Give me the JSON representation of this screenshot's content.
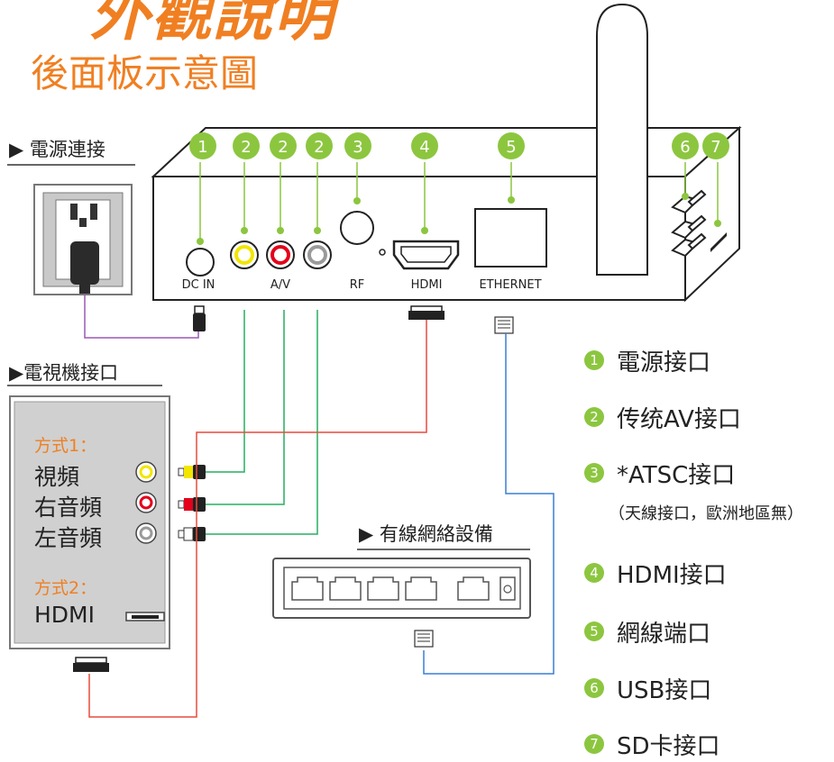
{
  "header": {
    "top_title_fragment": "外觀說明",
    "page_title": "後面板示意圖"
  },
  "sections": {
    "power": "▶ 電源連接",
    "tv": "▶電視機接口",
    "network": "▶ 有線網絡設備"
  },
  "device": {
    "port_numbers": [
      "1",
      "2",
      "2",
      "2",
      "3",
      "4",
      "5",
      "6",
      "7"
    ],
    "port_labels": {
      "dc_in": "DC IN",
      "av": "A/V",
      "rf": "RF",
      "hdmi": "HDMI",
      "ethernet": "ETHERNET"
    }
  },
  "tv_panel": {
    "method1": "方式1：",
    "video": "視頻",
    "right_audio": "右音頻",
    "left_audio": "左音頻",
    "method2": "方式2：",
    "hdmi": "HDMI"
  },
  "legend": [
    {
      "num": "1",
      "label": "電源接口"
    },
    {
      "num": "2",
      "label": "传统AV接口"
    },
    {
      "num": "3",
      "label": "*ATSC接口"
    },
    {
      "num": "4",
      "label": "HDMI接口"
    },
    {
      "num": "5",
      "label": "網線端口"
    },
    {
      "num": "6",
      "label": "USB接口"
    },
    {
      "num": "7",
      "label": "SD卡接口"
    }
  ],
  "legend_note": "（天線接口，歐洲地區無）",
  "colors": {
    "accent_orange": "#f07f22",
    "badge_green": "#8cc63f",
    "power_cable": "#9b59b6",
    "av_cable": "#27ae60",
    "hdmi_cable": "#e74c3c",
    "ethernet_cable": "#3a7fd5",
    "rca_yellow": "#f2e600",
    "rca_red": "#e3001b",
    "rca_white": "#9a9a9a"
  }
}
